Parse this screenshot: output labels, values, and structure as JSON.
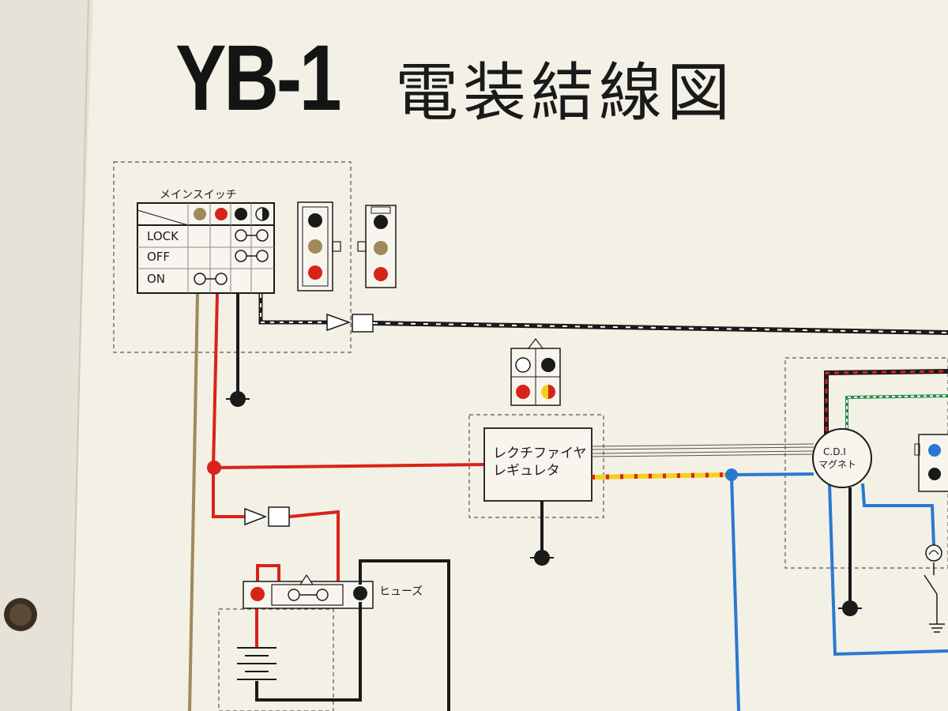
{
  "title": {
    "model": "YB-1",
    "subtitle": "電装結線図"
  },
  "components": {
    "main_switch": {
      "label": "メインスイッチ",
      "positions": [
        "LOCK",
        "OFF",
        "ON"
      ]
    },
    "rectifier_regulator": {
      "label_line1": "レクチファイヤ",
      "label_line2": "レギュレタ"
    },
    "cdi_magneto": {
      "label_line1": "C.D.I",
      "label_line2": "マグネト"
    },
    "fuse": {
      "label": "ヒューズ"
    }
  },
  "colors": {
    "page": "#f3f0e6",
    "red": "#d8231a",
    "black": "#1a1a1a",
    "brown": "#a08a5a",
    "blue": "#2a78d0",
    "yellow": "#f0d21a",
    "green": "#2a8a4a"
  }
}
